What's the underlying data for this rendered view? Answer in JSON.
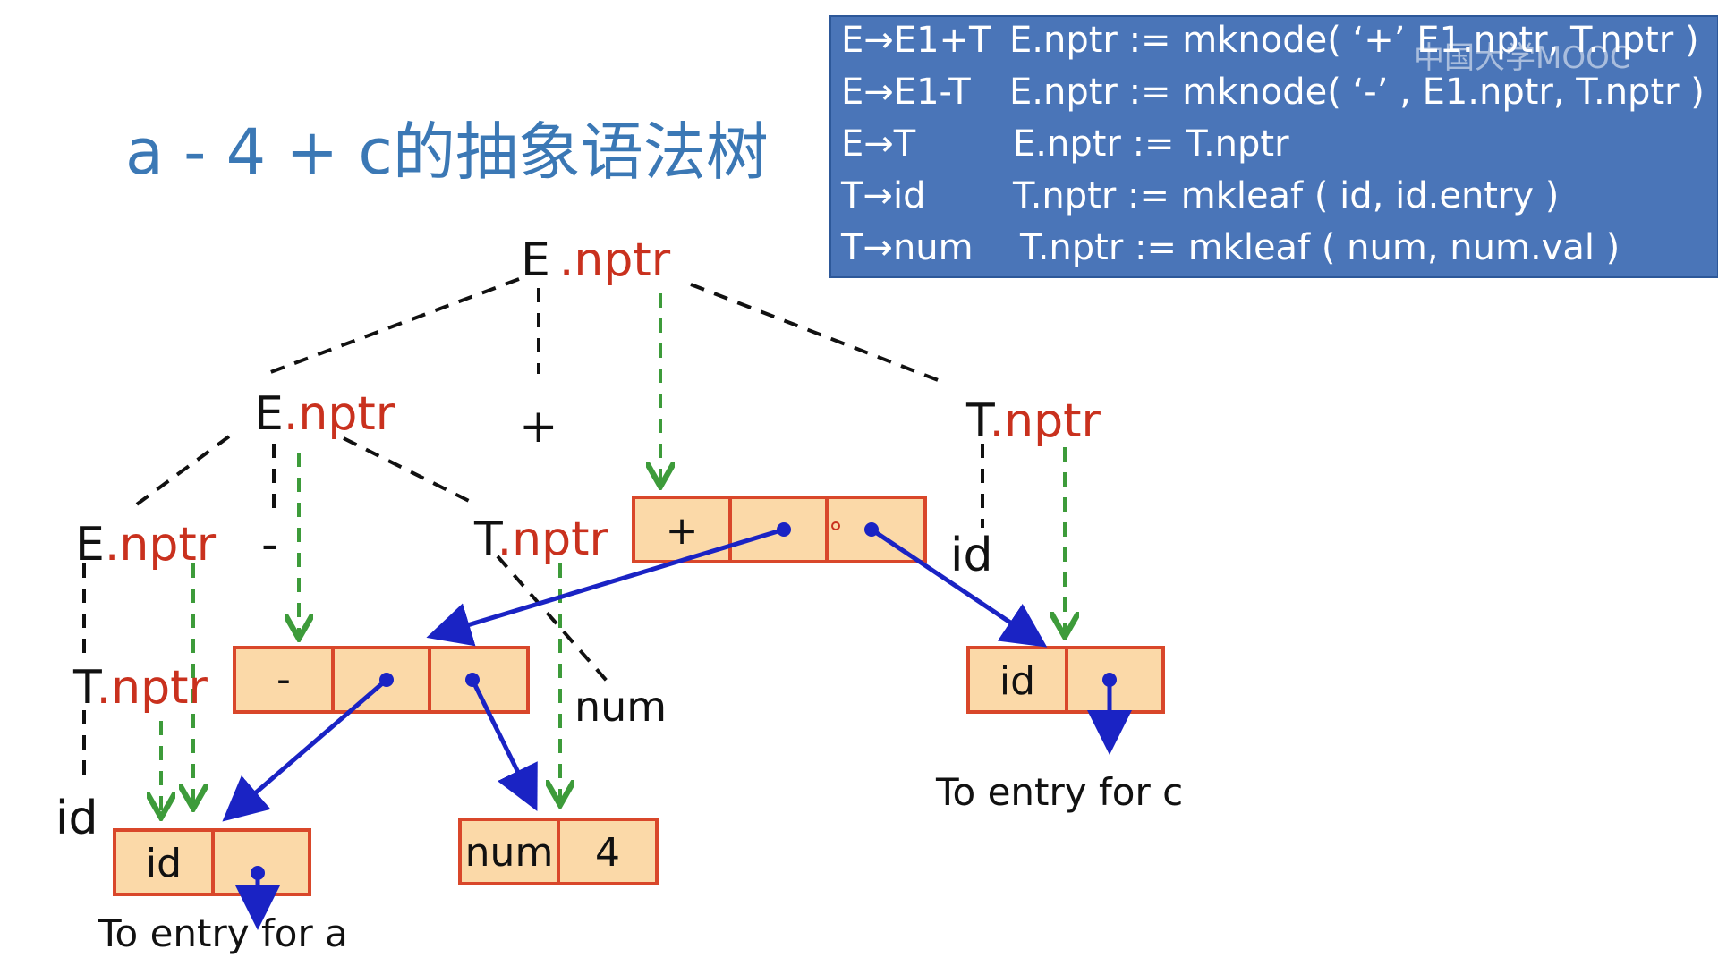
{
  "title": "a - 4 + c的抽象语法树",
  "watermark": "中国大学MOOC",
  "rules": [
    {
      "prod": "E→E1+T",
      "action": "E.nptr := mknode(   ‘+’    E1.nptr, T.nptr )"
    },
    {
      "prod": "E→E1-T",
      "action": "E.nptr := mknode(   ‘-’   , E1.nptr, T.nptr )"
    },
    {
      "prod": "E→T",
      "action": "E.nptr := T.nptr"
    },
    {
      "prod": "T→id",
      "action": "T.nptr := mkleaf ( id, id.entry )"
    },
    {
      "prod": "T→num",
      "action": "T.nptr := mkleaf ( num, num.val )"
    }
  ],
  "tree": {
    "root": {
      "sym": "E",
      "attr": ".nptr"
    },
    "plus": "+",
    "minus": "-",
    "e_left": {
      "sym": "E",
      "attr": ".nptr"
    },
    "t_right": {
      "sym": "T",
      "attr": ".nptr"
    },
    "e_ll": {
      "sym": "E",
      "attr": ".nptr"
    },
    "t_mid": {
      "sym": "T",
      "attr": ".nptr"
    },
    "t_ll": {
      "sym": "T",
      "attr": ".nptr"
    },
    "id_left": "id",
    "id_right": "id",
    "num": "num"
  },
  "nodes": {
    "plus_node": {
      "op": "+"
    },
    "minus_node": {
      "op": "-"
    },
    "id_a": {
      "label": "id",
      "entry": "To entry for a"
    },
    "num_4": {
      "label": "num",
      "value": "4"
    },
    "id_c": {
      "label": "id",
      "entry": "To entry for c"
    }
  },
  "colors": {
    "title": "#3b78b5",
    "attr": "#c9311e",
    "pointer": "#1a23c4",
    "flow": "#3d9b3a",
    "node_fill": "#fbd9a8",
    "node_border": "#d9472a",
    "rule_box": "#4a75b8"
  }
}
